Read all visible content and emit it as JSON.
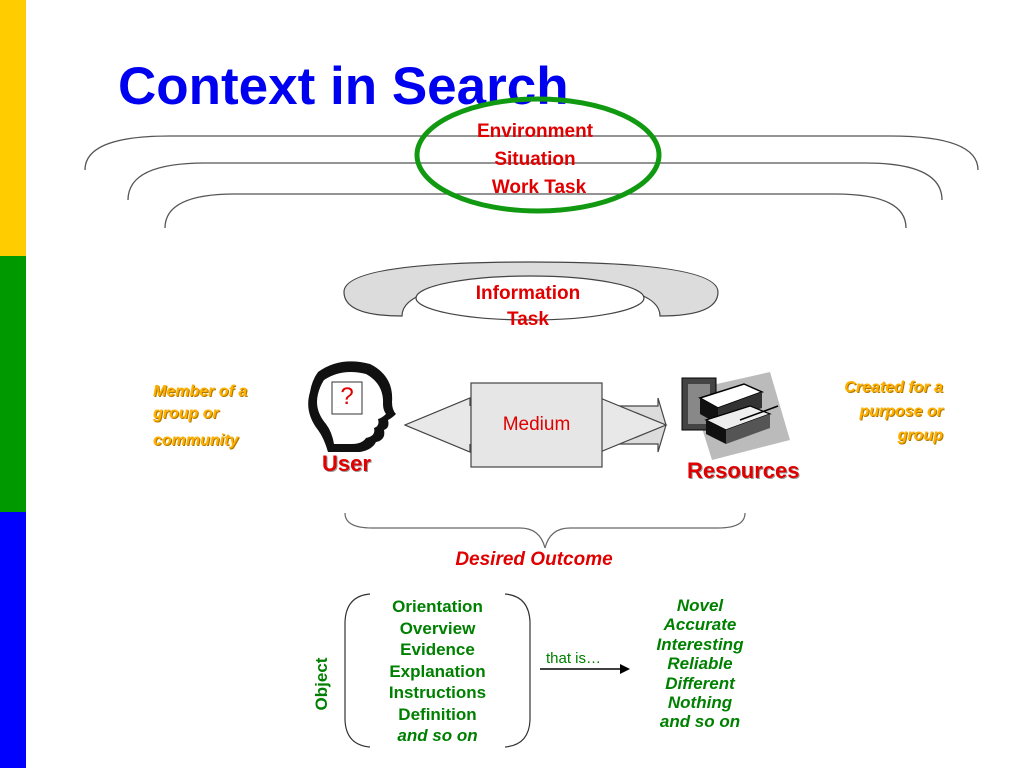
{
  "title": "Context in Search",
  "context_levels": [
    "Environment",
    "Situation",
    "Work Task"
  ],
  "information_task": [
    "Information",
    "Task"
  ],
  "user": {
    "label": "User",
    "question_mark": "?",
    "note": [
      "Member of a",
      "group or",
      "community"
    ]
  },
  "medium": "Medium",
  "resources": {
    "label": "Resources",
    "note": [
      "Created for a",
      "purpose or",
      "group"
    ]
  },
  "desired_outcome": "Desired Outcome",
  "object": {
    "label": "Object",
    "items": [
      "Orientation",
      "Overview",
      "Evidence",
      "Explanation",
      "Instructions",
      "Definition"
    ],
    "more": "and so on"
  },
  "that_is": "that is…",
  "qualities": {
    "items": [
      "Novel",
      "Accurate",
      "Interesting",
      "Reliable",
      "Different",
      "Nothing"
    ],
    "more": "and so on"
  },
  "colors": {
    "stripe_yellow": "#ffcc00",
    "stripe_green": "#009900",
    "stripe_blue": "#0000ff",
    "title_blue": "#0000f0",
    "label_red": "#e00000",
    "note_orange": "#ffb000",
    "text_green": "#008000",
    "circle_green": "#119911"
  }
}
